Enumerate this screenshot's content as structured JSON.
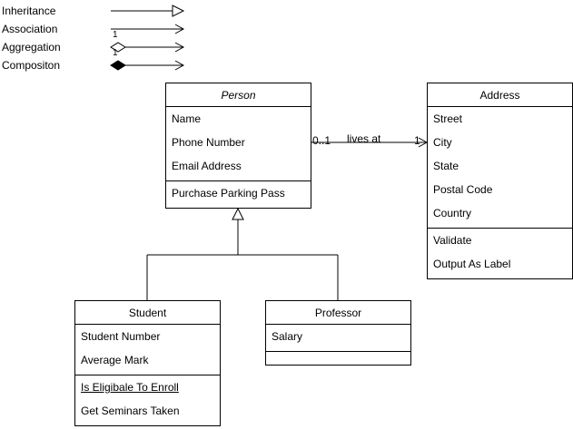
{
  "legend": {
    "inheritance": "Inheritance",
    "association": "Association",
    "aggregation": "Aggregation",
    "composition": "Compositon",
    "association_multiplicity": "1",
    "aggregation_multiplicity": "1"
  },
  "classes": {
    "person": {
      "name": "Person",
      "attributes": [
        "Name",
        "Phone Number",
        "Email Address"
      ],
      "operations": [
        "Purchase Parking Pass"
      ]
    },
    "address": {
      "name": "Address",
      "attributes": [
        "Street",
        "City",
        "State",
        "Postal Code",
        "Country"
      ],
      "operations": [
        "Validate",
        "Output As Label"
      ]
    },
    "student": {
      "name": "Student",
      "attributes": [
        "Student Number",
        "Average Mark"
      ],
      "operations": [
        "Is Eligibale To Enroll",
        "Get Seminars Taken"
      ]
    },
    "professor": {
      "name": "Professor",
      "attributes": [
        "Salary"
      ],
      "operations": []
    }
  },
  "association": {
    "label": "lives at",
    "source_multiplicity": "0..1",
    "target_multiplicity": "1"
  }
}
